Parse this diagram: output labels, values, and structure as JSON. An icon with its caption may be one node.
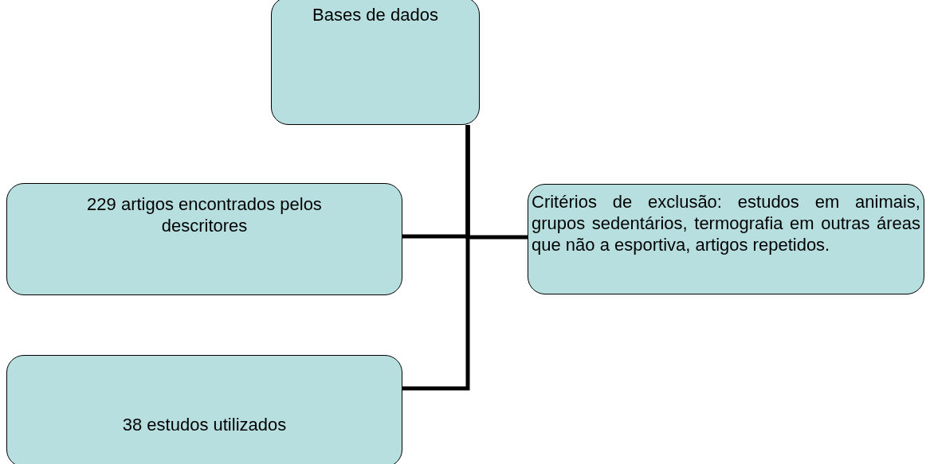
{
  "diagram": {
    "nodes": [
      {
        "text": [
          "Bases de dados"
        ]
      },
      {
        "text": [
          "229 artigos encontrados pelos descritores"
        ]
      },
      {
        "text": [
          "Critérios de exclusão: estudos em animais, grupos sedentários, termografia em outras áreas que não a esportiva, artigos repetidos."
        ]
      },
      {
        "text": [
          "38 estudos utilizados"
        ]
      }
    ],
    "edges": [
      {
        "from": 0,
        "to": 1,
        "arrow": "none"
      },
      {
        "from": 0,
        "to": 2,
        "arrow": "none"
      },
      {
        "from": 0,
        "to": 3,
        "arrow": "none"
      }
    ]
  }
}
